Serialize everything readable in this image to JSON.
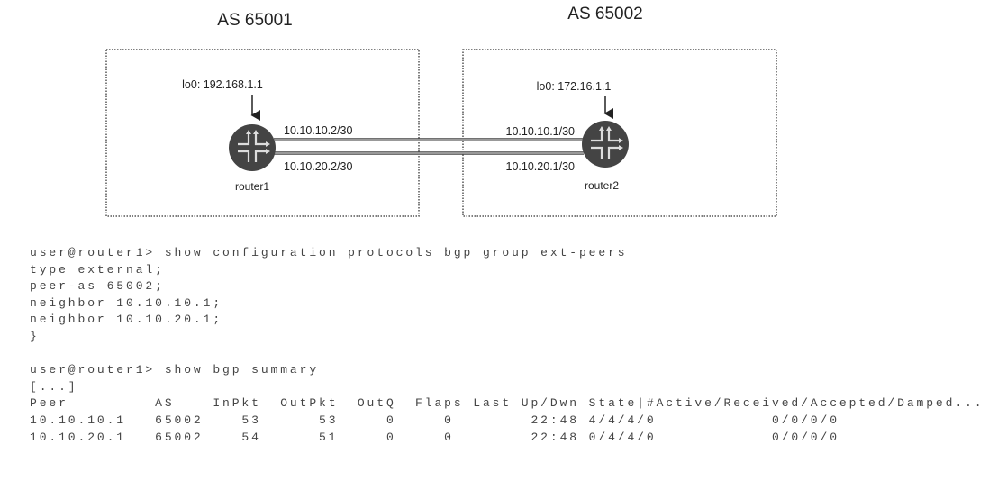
{
  "diagram": {
    "as_left": "AS 65001",
    "as_right": "AS 65002",
    "router1": {
      "name": "router1",
      "lo0": "lo0: 192.168.1.1",
      "if1": "10.10.10.2/30",
      "if2": "10.10.20.2/30"
    },
    "router2": {
      "name": "router2",
      "lo0": "lo0: 172.16.1.1",
      "if1": "10.10.10.1/30",
      "if2": "10.10.20.1/30"
    }
  },
  "cli": {
    "lines": [
      "user@router1> show configuration protocols bgp group ext-peers",
      "type external;",
      "peer-as 65002;",
      "neighbor 10.10.10.1;",
      "neighbor 10.10.20.1;",
      "}",
      "",
      "user@router1> show bgp summary",
      "[...]",
      "Peer         AS    InPkt  OutPkt  OutQ  Flaps Last Up/Dwn State|#Active/Received/Accepted/Damped...",
      "10.10.10.1   65002    53      53     0     0        22:48 4/4/4/0            0/0/0/0",
      "10.10.20.1   65002    54      51     0     0        22:48 0/4/4/0            0/0/0/0"
    ]
  }
}
